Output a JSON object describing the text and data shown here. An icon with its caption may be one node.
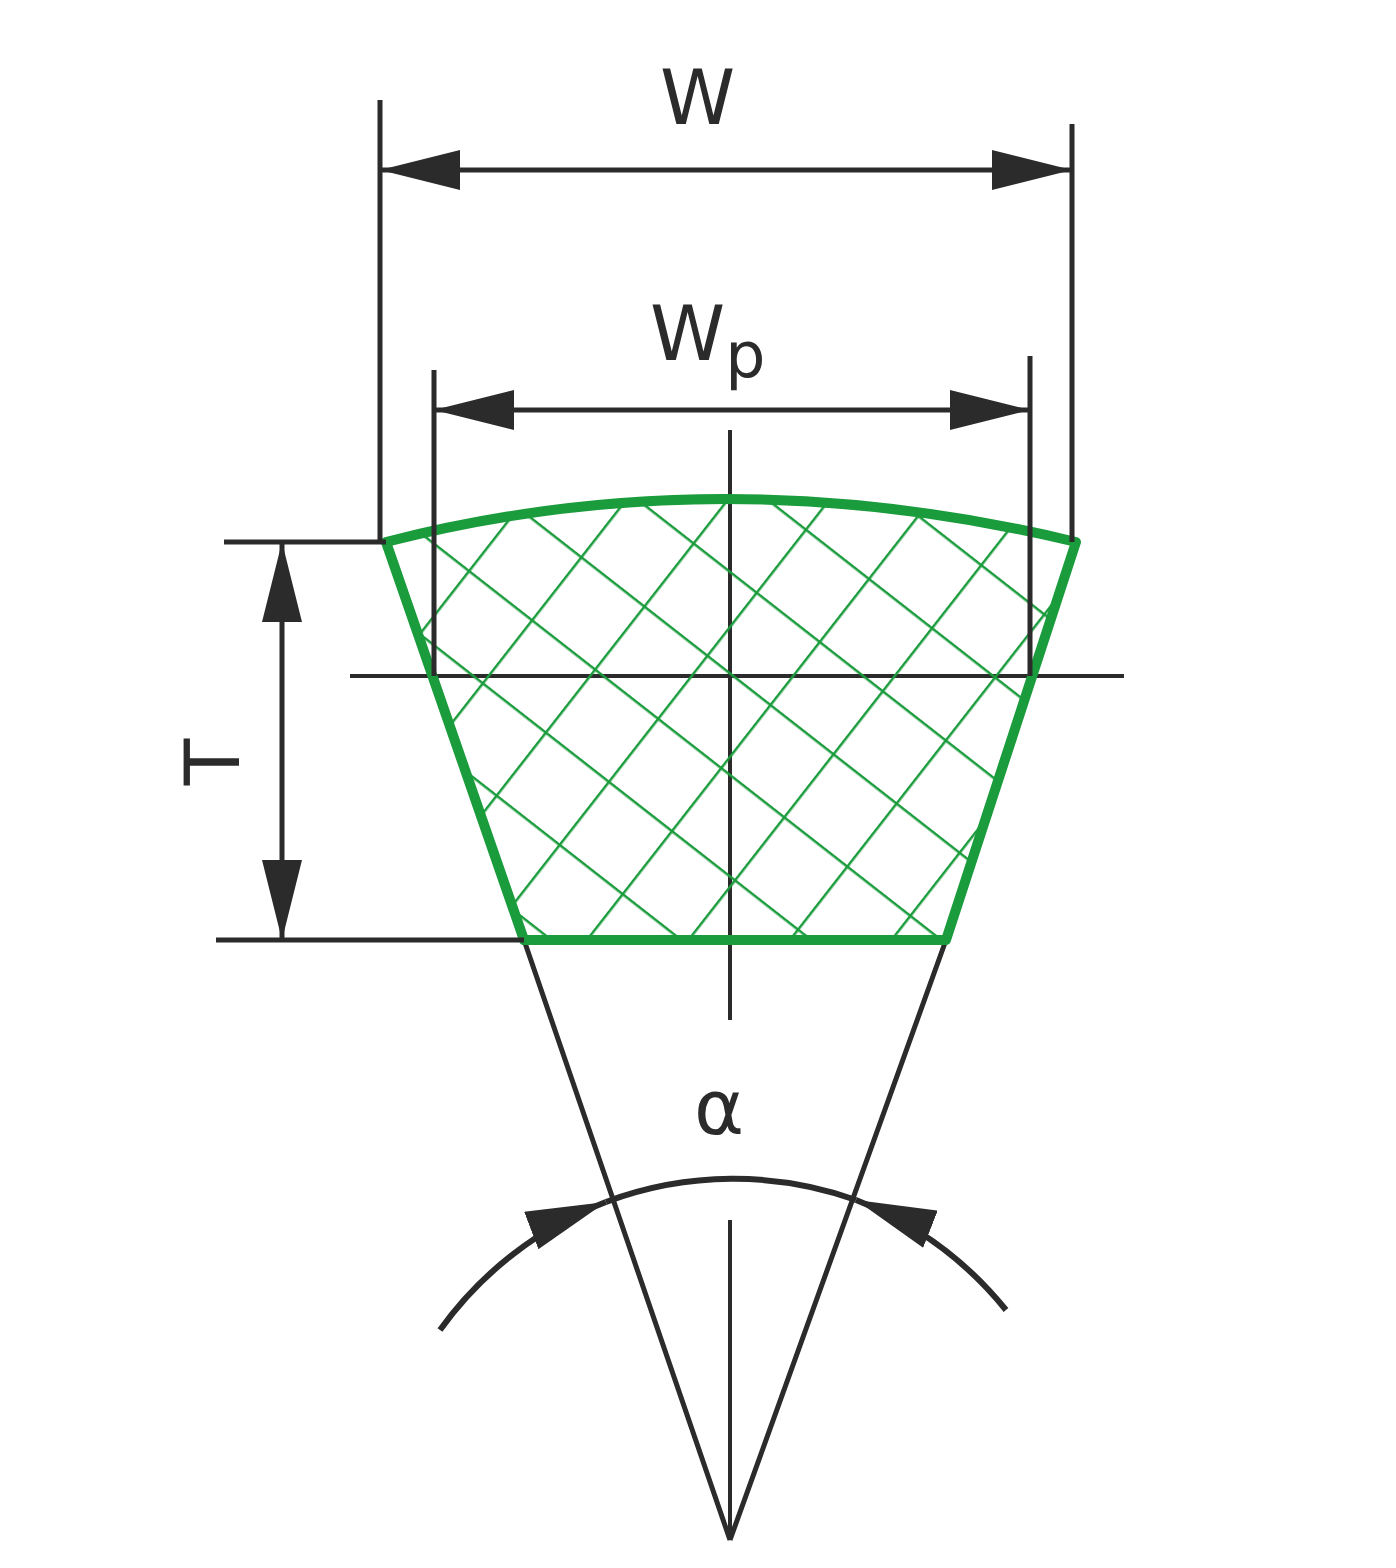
{
  "diagram": {
    "labels": [
      "W",
      "W$_{p}$",
      "T",
      "α"
    ]
  }
}
